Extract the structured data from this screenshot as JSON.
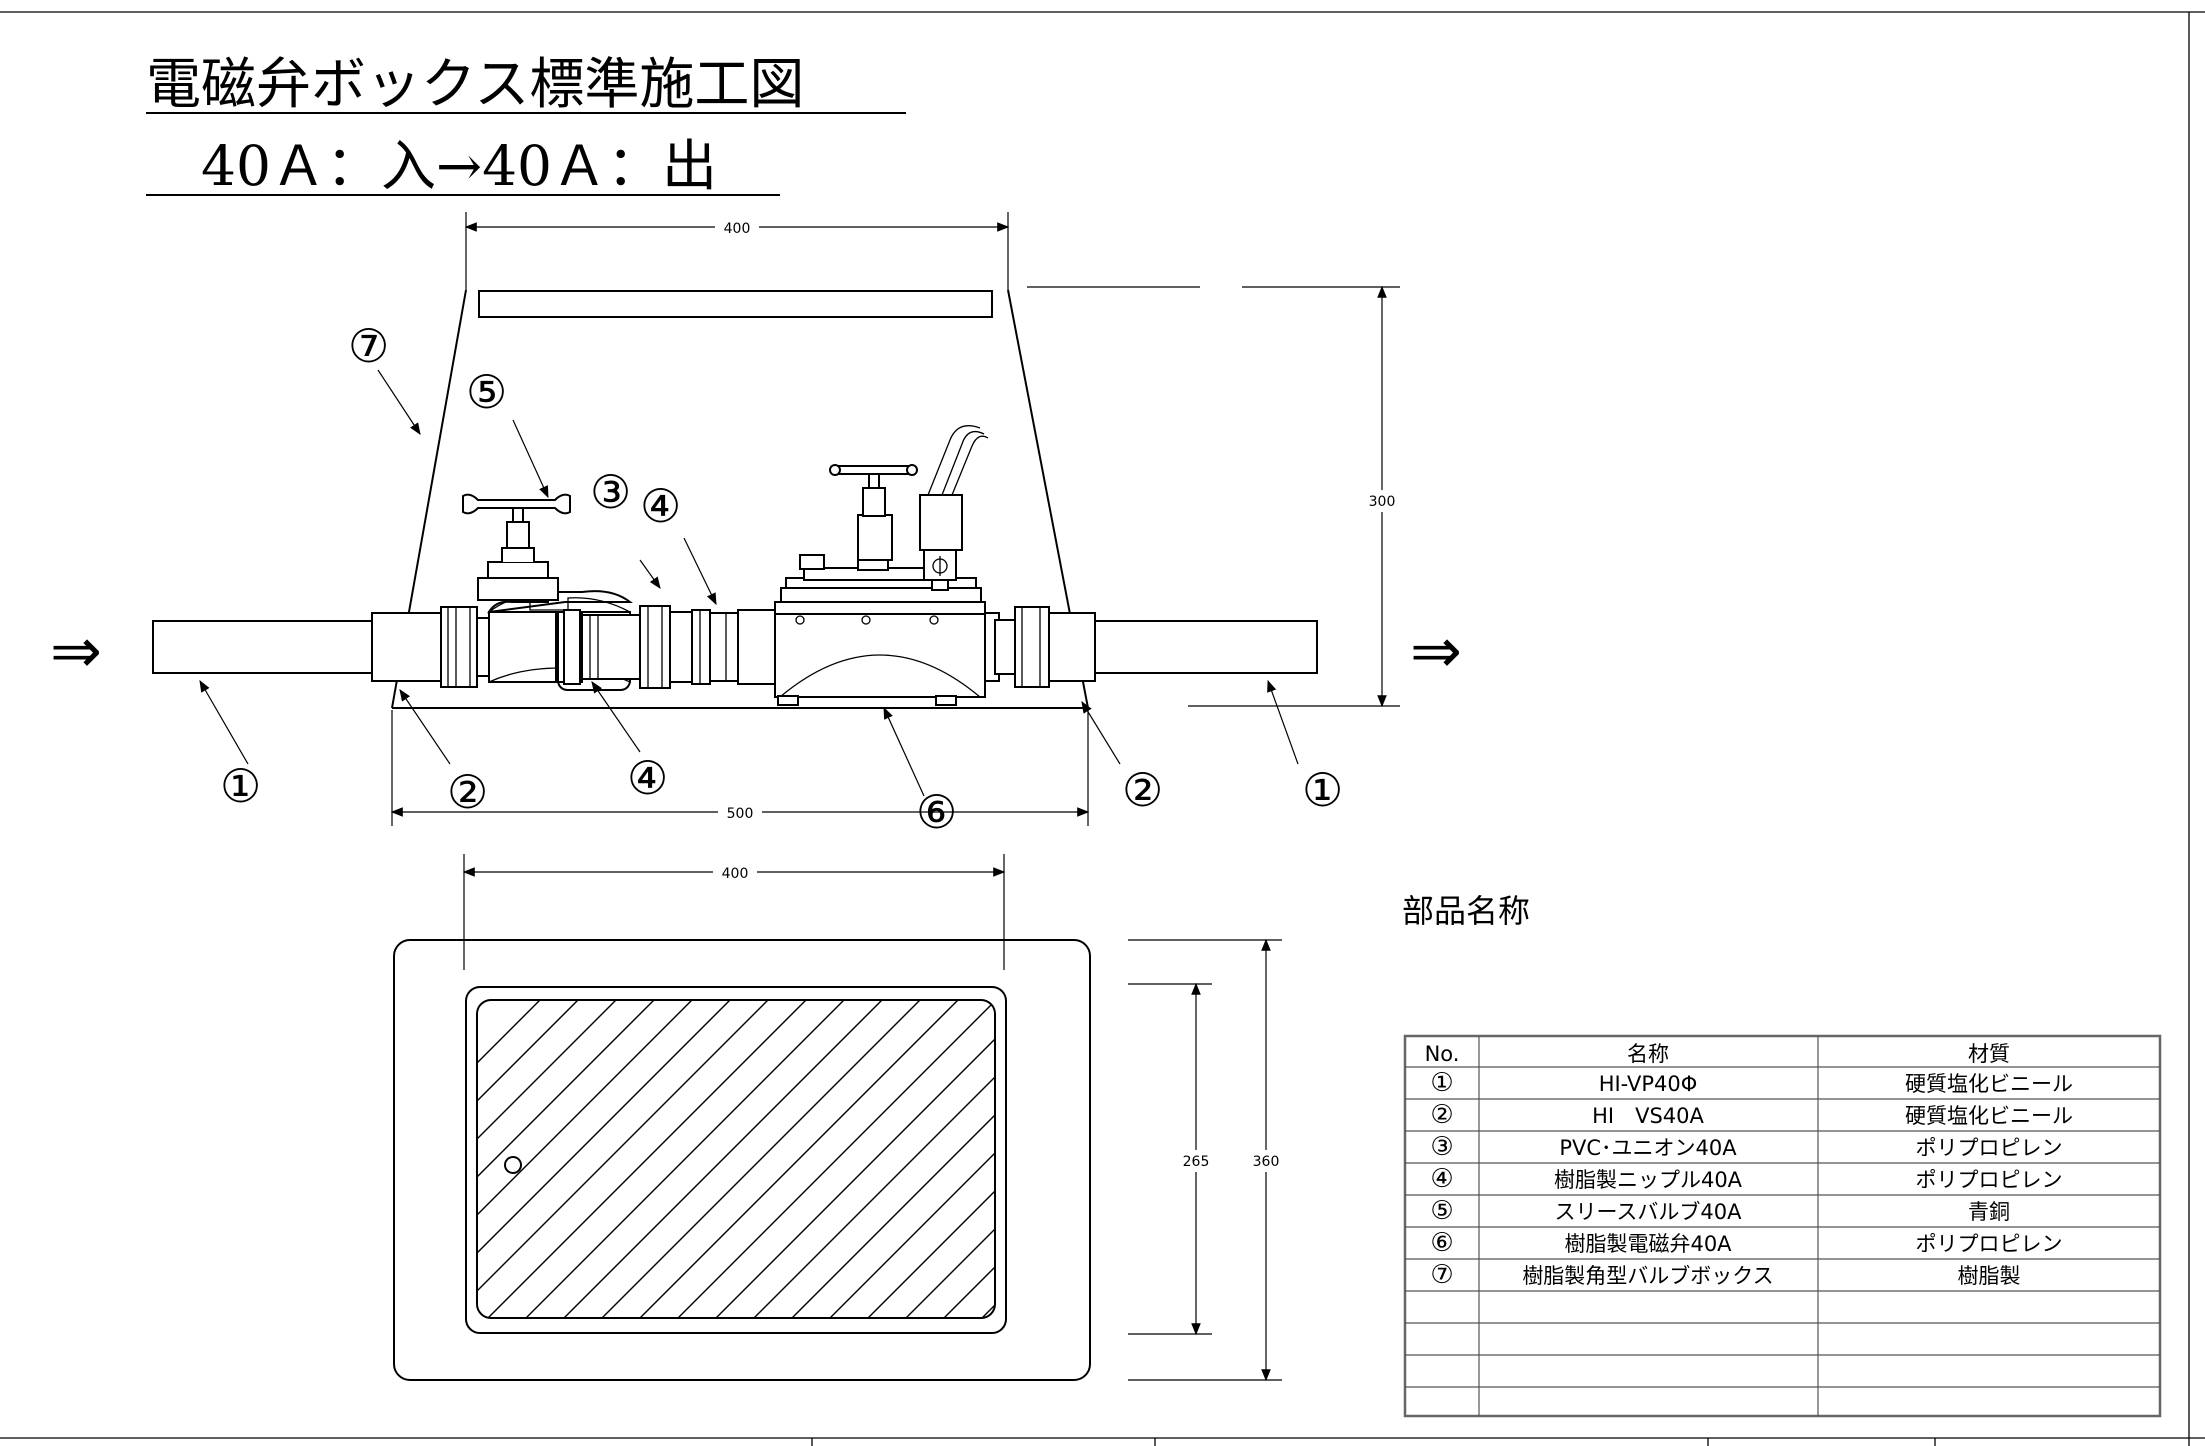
{
  "title": {
    "line1": "電磁弁ボックス標準施工図",
    "line2": "　40Ａ：入→40Ａ：出"
  },
  "flow": {
    "in_arrow": "⇒",
    "out_arrow": "⇒"
  },
  "dimensions": {
    "box_top_width": "400",
    "box_bottom_width": "500",
    "box_height": "300",
    "plan_inner_width": "400",
    "plan_inner_depth": "265",
    "plan_outer_depth": "360"
  },
  "callouts": {
    "c1_left": "①",
    "c1_right": "①",
    "c2_left": "②",
    "c2_right": "②",
    "c3": "③",
    "c4_upper": "④",
    "c4_lower": "④",
    "c5": "⑤",
    "c6": "⑥",
    "c7": "⑦"
  },
  "parts": {
    "heading": "部品名称",
    "headers": {
      "no": "No.",
      "name": "名称",
      "material": "材質"
    },
    "rows": [
      {
        "no": "①",
        "name": "HI-VP40Φ",
        "material": "硬質塩化ビニール"
      },
      {
        "no": "②",
        "name": "HI　VS40A",
        "material": "硬質塩化ビニール"
      },
      {
        "no": "③",
        "name": "PVC･ユニオン40A",
        "material": "ポリプロピレン"
      },
      {
        "no": "④",
        "name": "樹脂製ニップル40A",
        "material": "ポリプロピレン"
      },
      {
        "no": "⑤",
        "name": "スリースバルブ40A",
        "material": "青銅"
      },
      {
        "no": "⑥",
        "name": "樹脂製電磁弁40A",
        "material": "ポリプロピレン"
      },
      {
        "no": "⑦",
        "name": "樹脂製角型バルブボックス",
        "material": "樹脂製"
      }
    ]
  }
}
